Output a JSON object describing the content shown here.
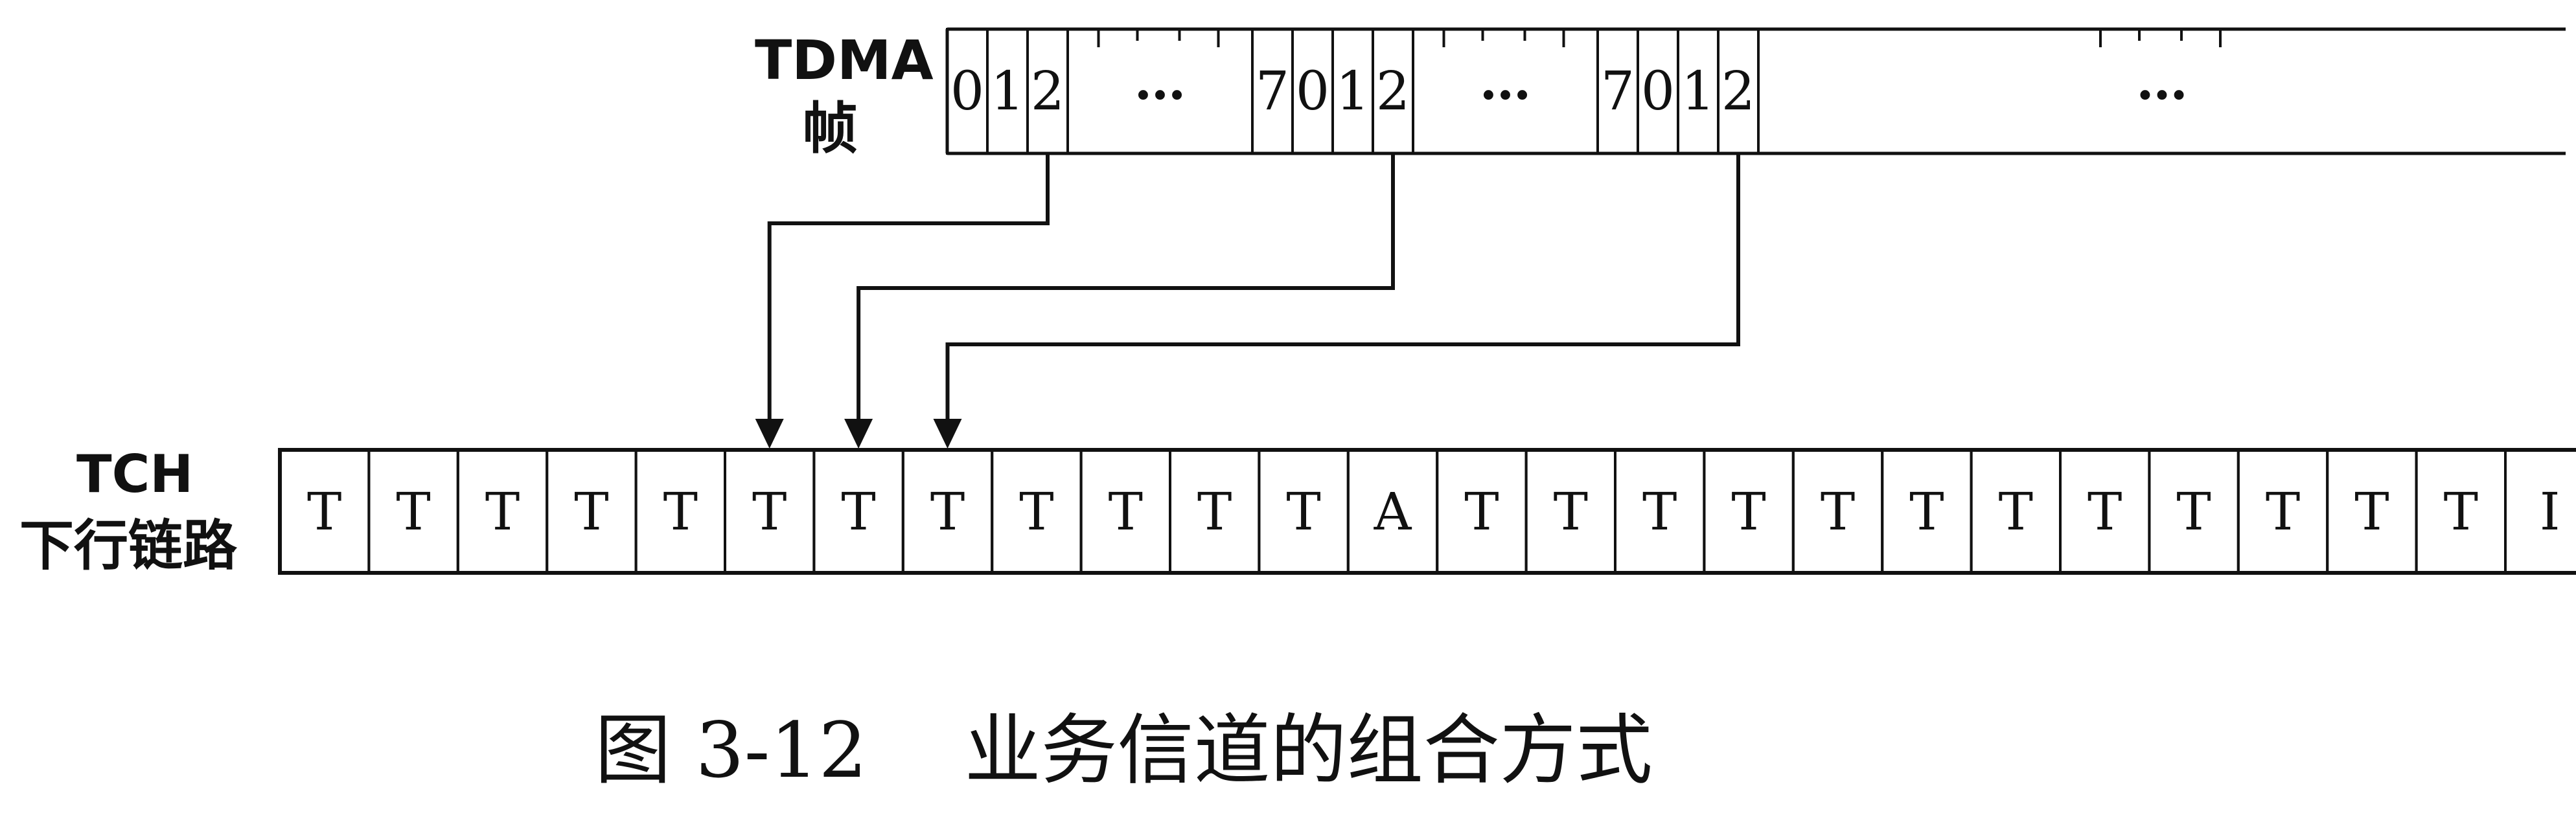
{
  "diagram": {
    "tdma_label_line1": "TDMA",
    "tdma_label_line2": "帧",
    "tch_label_line1": "TCH",
    "tch_label_line2": "下行链路",
    "tdma_frame": {
      "groups": [
        {
          "slots": [
            "0",
            "1",
            "2"
          ],
          "ellipsis": "…"
        },
        {
          "slots": [
            "7",
            "0",
            "1",
            "2"
          ],
          "ellipsis": "…"
        },
        {
          "slots": [
            "7",
            "0",
            "1",
            "2"
          ],
          "ellipsis": "…"
        }
      ]
    },
    "tch_cells": [
      "T",
      "T",
      "T",
      "T",
      "T",
      "T",
      "T",
      "T",
      "T",
      "T",
      "T",
      "T",
      "A",
      "T",
      "T",
      "T",
      "T",
      "T",
      "T",
      "T",
      "T",
      "T",
      "T",
      "T",
      "T",
      "I"
    ],
    "caption": "图 3-12    业务信道的组合方式",
    "colors": {
      "line": "#111111",
      "background": "#ffffff"
    }
  }
}
